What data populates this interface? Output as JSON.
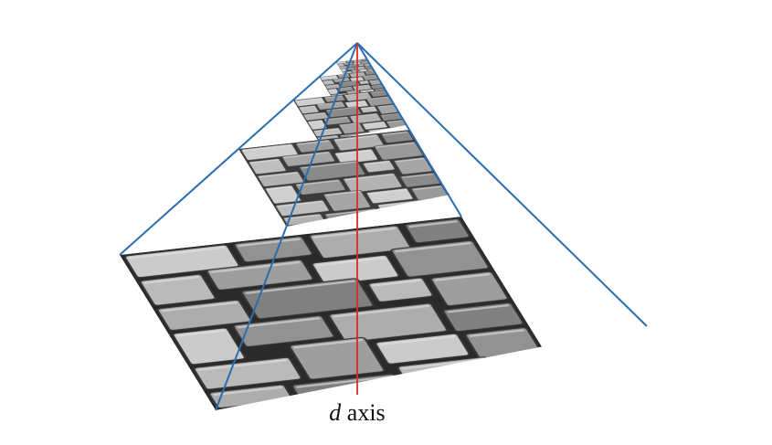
{
  "caption": {
    "variable": "d",
    "text": " axis"
  },
  "pyramid": {
    "levels": 5,
    "edge_color": "#2a6db0",
    "axis_color": "#d62b2b",
    "stone_colors": {
      "light": "#c9c9c9",
      "mid": "#8d8d8d",
      "dark": "#2b2b2b",
      "mortar": "#1f1f1f"
    }
  }
}
